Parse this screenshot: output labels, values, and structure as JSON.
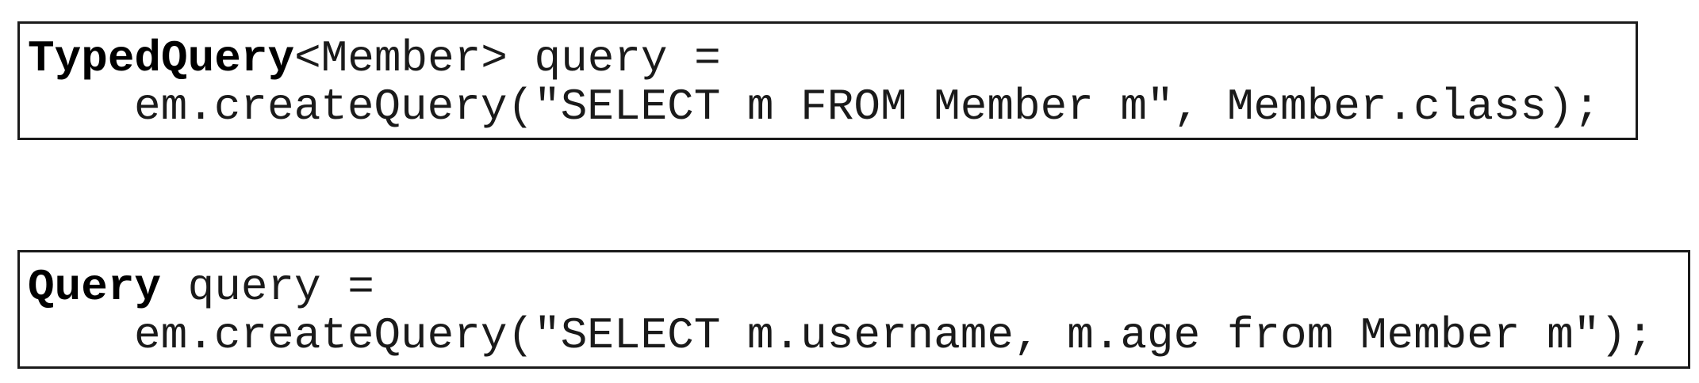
{
  "snippets": [
    {
      "line1": {
        "keyword": "TypedQuery",
        "rest": "<Member> query ="
      },
      "line2": "em.createQuery(\"SELECT m FROM Member m\", Member.class);"
    },
    {
      "line1": {
        "keyword": "Query",
        "rest": " query ="
      },
      "line2": "em.createQuery(\"SELECT m.username, m.age from Member m\");"
    }
  ]
}
